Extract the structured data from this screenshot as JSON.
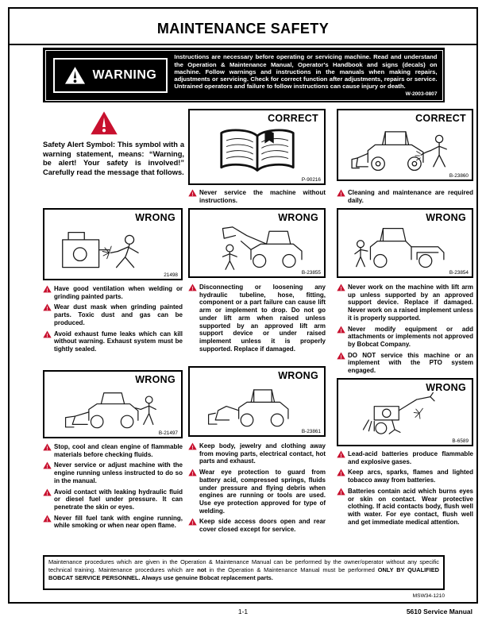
{
  "page": {
    "title": "MAINTENANCE SAFETY",
    "footer_page": "1-1",
    "footer_manual": "5610 Service Manual"
  },
  "colors": {
    "alert_red": "#c8102e",
    "ink": "#000000",
    "warning_bg": "#000000",
    "warning_text": "#ffffff"
  },
  "warning_box": {
    "label": "WARNING",
    "icon": "warning-triangle",
    "body": "Instructions are necessary before operating or servicing machine. Read and understand the Operation & Maintenance Manual, Operator's Handbook and signs (decals) on machine. Follow warnings and instructions in the manuals when making repairs, adjustments or servicing. Check for correct function after adjustments, repairs or service. Untrained operators and failure to follow instructions can cause injury or death.",
    "code": "W-2003-0807"
  },
  "safety_alert": {
    "icon": "safety-alert-triangle",
    "text": "Safety Alert Symbol: This symbol with a warning statement, means: “Warning, be alert! Your safety is involved!” Carefully read the message that follows."
  },
  "panels": [
    {
      "label": "CORRECT",
      "code": "P-90216",
      "illustration": "open-book",
      "captions": [
        "Never service the machine without instructions."
      ]
    },
    {
      "label": "CORRECT",
      "code": "B-23860",
      "illustration": "machine-being-cleaned",
      "captions": [
        "Cleaning and maintenance are required daily."
      ]
    },
    {
      "label": "WRONG",
      "code": "21498",
      "illustration": "welding-near-machine",
      "captions": [
        "Have good ventilation when welding or grinding painted parts.",
        "Wear dust mask when grinding painted parts. Toxic dust and gas can be produced.",
        "Avoid exhaust fume leaks which can kill without warning. Exhaust system must be tightly sealed."
      ]
    },
    {
      "label": "WRONG",
      "code": "B-23855",
      "illustration": "raised-lift-arm",
      "captions": [
        "Disconnecting or loosening any hydraulic tubeline, hose, fitting, component or a part failure can cause lift arm or implement to drop. Do not go under lift arm when raised unless supported by an approved lift arm support device or under raised implement unless it is properly supported. Replace if damaged."
      ]
    },
    {
      "label": "WRONG",
      "code": "B-23854",
      "illustration": "utility-vehicle",
      "captions": [
        "Never work on the machine with lift arm up unless supported by an approved support device. Replace if damaged. Never work on a raised implement unless it is properly supported.",
        "Never modify equipment or add attachments or implements not approved by Bobcat Company.",
        "DO NOT service this machine or an implement with the PTO system engaged."
      ]
    },
    {
      "label": "WRONG",
      "code": "B-21497",
      "illustration": "servicing-running-engine",
      "captions": [
        "Stop, cool and clean engine of flammable materials before checking fluids.",
        "Never service or adjust machine with the engine running unless instructed to do so in the manual.",
        "Avoid contact with leaking hydraulic fluid or diesel fuel under pressure. It can penetrate the skin or eyes.",
        "Never fill fuel tank with engine running, while smoking or when near open flame."
      ]
    },
    {
      "label": "WRONG",
      "code": "B-23861",
      "illustration": "loader-moving-parts",
      "captions": [
        "Keep body, jewelry and clothing away from moving parts, electrical contact, hot parts and exhaust.",
        "Wear eye protection to guard from battery acid, compressed springs, fluids under pressure and flying debris when engines are running or tools are used. Use eye protection approved for type of welding.",
        "Keep side access doors open and rear cover closed except for service."
      ]
    },
    {
      "label": "WRONG",
      "code": "B-6589",
      "illustration": "battery-sparks-tiller",
      "captions": [
        "Lead-acid batteries produce flammable and explosive gases.",
        "Keep arcs, sparks, flames and lighted tobacco away from batteries.",
        "Batteries contain acid which burns eyes or skin on contact. Wear protective clothing. If acid contacts body, flush well with water. For eye contact, flush well and get immediate medical attention."
      ]
    }
  ],
  "maintenance_note": {
    "segments": [
      {
        "text": "Maintenance procedures which are given in the Operation & Maintenance Manual can be performed by the owner/operator without any specific technical training. Maintenance procedures which are ",
        "bold": false
      },
      {
        "text": "not",
        "bold": true
      },
      {
        "text": " in the Operation & Maintenance Manual must be performed ",
        "bold": false
      },
      {
        "text": "ONLY BY QUALIFIED BOBCAT SERVICE PERSONNEL. Always use genuine Bobcat replacement parts.",
        "bold": true
      }
    ],
    "code": "MSW34-1210"
  }
}
